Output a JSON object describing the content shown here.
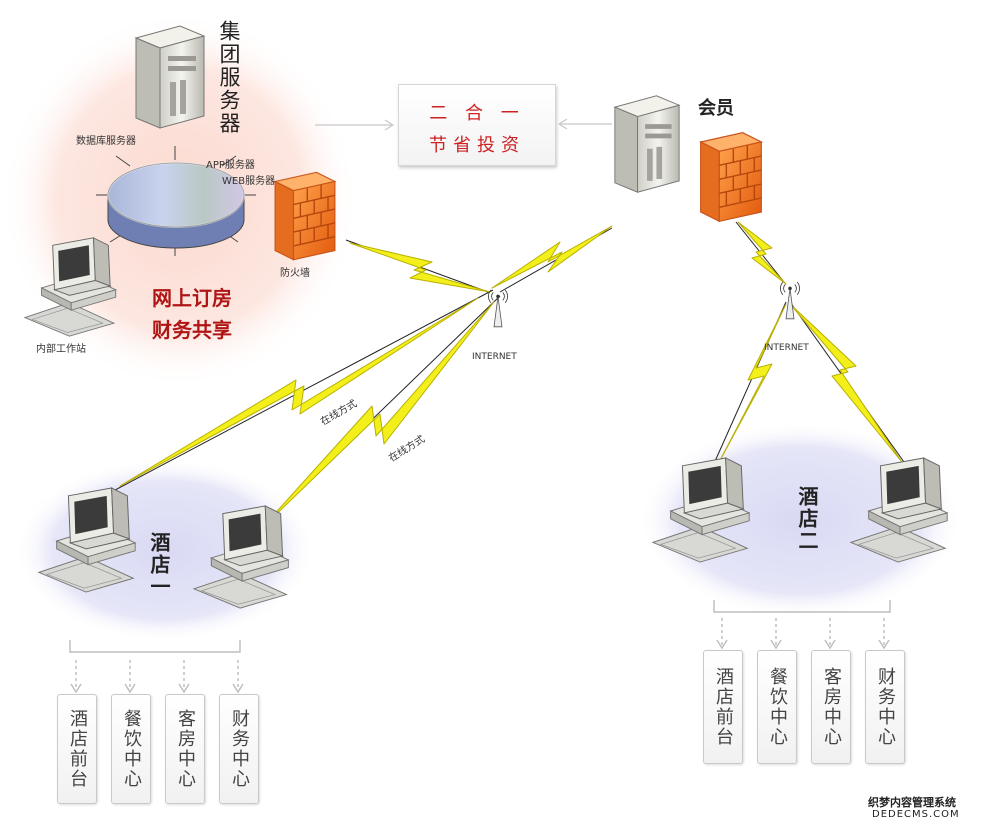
{
  "group_server": "集团服务器",
  "db_server": "数据库服务器",
  "app_server": "APP服务器",
  "web_server": "WEB服务器",
  "firewall_left": "防火墙",
  "internal_workstation": "内部工作站",
  "feature_line1": "网上订房",
  "feature_line2": "财务共享",
  "promo_line1": "二 合 一",
  "promo_line2": "节省投资",
  "member_label": "会员",
  "internet_left": "INTERNET",
  "internet_right": "INTERNET",
  "online_mode_1": "在线方式",
  "online_mode_2": "在线方式",
  "hotel_one": "酒店一",
  "hotel_two": "酒店二",
  "hotel_one_depts": [
    "酒店前台",
    "餐饮中心",
    "客房中心",
    "财务中心"
  ],
  "hotel_two_depts": [
    "酒店前台",
    "餐饮中心",
    "客房中心",
    "财务中心"
  ],
  "watermark_line1": "织梦内容管理系统",
  "watermark_line2": "DEDECMS.COM",
  "colors": {
    "promo_text": "#cc2222",
    "feature_text": "#b01515",
    "lightning": "#f3ef1a",
    "firewall": "#f07a1e"
  }
}
